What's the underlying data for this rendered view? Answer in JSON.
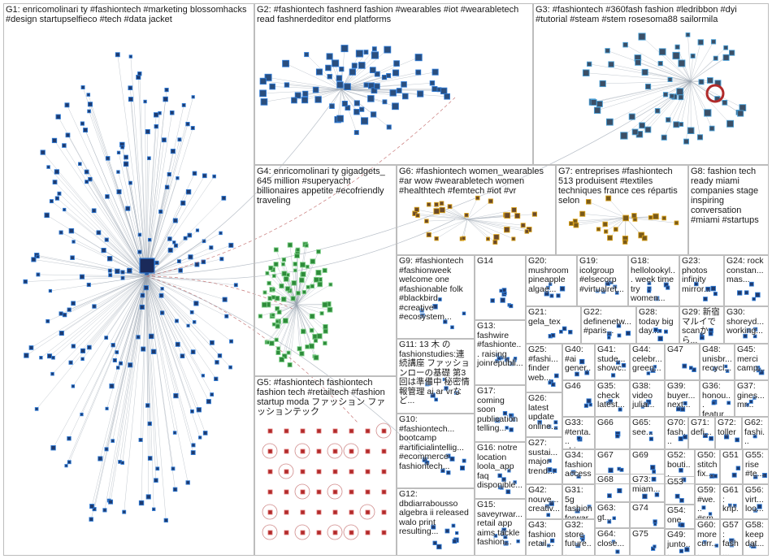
{
  "title": "",
  "colors": {
    "background": "#ffffff",
    "panel_border": "#bdbdbd",
    "edge": "#9aa4b0",
    "edge_highlight": "#b04040",
    "node_fill": "#1e3a6e",
    "node_stroke": "#2f7bd6",
    "node_green": "#2e8b3a",
    "node_red": "#b02a2a",
    "node_orange": "#d9a21a"
  },
  "groups": [
    {
      "id": "G1",
      "label": "G1: enricomolinari ty #fashiontech #marketing blossomhacks #design startupselfieco #tech #data jacket"
    },
    {
      "id": "G2",
      "label": "G2: #fashiontech fashnerd fashion #wearables #iot #wearabletech read fashnerdeditor end platforms"
    },
    {
      "id": "G3",
      "label": "G3: #fashiontech #360fash fashion #ledribbon #dyi #tutorial #steam #stem rosesoma88 sailormila"
    },
    {
      "id": "G4",
      "label": "G4: enricomolinari ty gigadgets_ 645 million #superyacht billionaires appetite #ecofriendly traveling"
    },
    {
      "id": "G5",
      "label": "G5: #fashiontech fashiontech fashion tech #retailtech #fashion startup moda ファッション ファッションテック"
    },
    {
      "id": "G6",
      "label": "G6: #fashiontech women_wearables #ar wow #wearabletech women #healthtech #femtech #iot #vr"
    },
    {
      "id": "G7",
      "label": "G7: entreprises #fashiontech 513 produisent #textiles techniques france ces répartis selon"
    },
    {
      "id": "G8",
      "label": "G8: fashion tech ready miami companies stage inspiring conversation #miami #startups"
    },
    {
      "id": "G9",
      "label": "G9: #fashiontech #fashionweek welcome one #fashionable folk #blackbird #creative #ecosystem..."
    },
    {
      "id": "G10",
      "label": "G10: #fashiontech... bootcamp #artificialintellig... #ecommerce fashiontech..."
    },
    {
      "id": "G11",
      "label": "G11: 13 木 の fashionstudies:連続講座 ファッションローの基礎 第3回は準備中 秘密情報管理 ai ar vrなど..."
    },
    {
      "id": "G12",
      "label": "G12: dbdiarrabousso algebra ii released walo print resulting..."
    },
    {
      "id": "G13",
      "label": "G13: fashwire #fashionte... raising joinrepubli..."
    },
    {
      "id": "G14",
      "label": "G14"
    },
    {
      "id": "G15",
      "label": "G15: saveyrwar... retail app aims tackle fashion..."
    },
    {
      "id": "G16",
      "label": "G16: notre location loola_app faq disponible..."
    },
    {
      "id": "G17",
      "label": "G17: coming soon publication telling..."
    },
    {
      "id": "G18",
      "label": "G18: hellolookyl... week time try women..."
    },
    {
      "id": "G19",
      "label": "G19: icolgroup #elsecorp #virtualret..."
    },
    {
      "id": "G20",
      "label": "G20: mushroom pineapple algae..."
    },
    {
      "id": "G21",
      "label": "G21: gela_tex"
    },
    {
      "id": "G22",
      "label": "G22: definenetw... #paris..."
    },
    {
      "id": "G23",
      "label": "G23: photos infinity mirror..."
    },
    {
      "id": "G24",
      "label": "G24: rock constan... mas..."
    },
    {
      "id": "G25",
      "label": "G25: #fashi... finder web..."
    },
    {
      "id": "G26",
      "label": "G26: latest update online..."
    },
    {
      "id": "G27",
      "label": "G27: sustai... major trend..."
    },
    {
      "id": "G28",
      "label": "G28: today big day..."
    },
    {
      "id": "G29",
      "label": "G29: 新宿 マルイで scanから..."
    },
    {
      "id": "G30",
      "label": "G30: shoreyd... working..."
    },
    {
      "id": "G31",
      "label": "G31: 5g fashion forwar..."
    },
    {
      "id": "G32",
      "label": "G32: store future..."
    },
    {
      "id": "G33",
      "label": "G33: #tenta... chic..."
    },
    {
      "id": "G34",
      "label": "G34: fashion access..."
    },
    {
      "id": "G35",
      "label": "G35: check latest..."
    },
    {
      "id": "G36",
      "label": "G36: honou... featur..."
    },
    {
      "id": "G37",
      "label": "G37: gines... mr..."
    },
    {
      "id": "G38",
      "label": "G38: video julia..."
    },
    {
      "id": "G39",
      "label": "G39: buyer... next..."
    },
    {
      "id": "G40",
      "label": "G40: #ai gener..."
    },
    {
      "id": "G41",
      "label": "G41: stude... showc..."
    },
    {
      "id": "G42",
      "label": "G42: nouve... creativ..."
    },
    {
      "id": "G43",
      "label": "G43: fashion retail..."
    },
    {
      "id": "G44",
      "label": "G44: celebr... green..."
    },
    {
      "id": "G45",
      "label": "G45: merci camp..."
    },
    {
      "id": "G46",
      "label": "G46"
    },
    {
      "id": "G47",
      "label": "G47"
    },
    {
      "id": "G48",
      "label": "G48: unisbr... recycl..."
    },
    {
      "id": "G49",
      "label": "G49: junto..."
    },
    {
      "id": "G50",
      "label": "G50: stitch fix..."
    },
    {
      "id": "G51",
      "label": "G51"
    },
    {
      "id": "G52",
      "label": "G52: bouti..."
    },
    {
      "id": "G53",
      "label": "G53"
    },
    {
      "id": "G54",
      "label": "G54: one"
    },
    {
      "id": "G55",
      "label": "G55: rise #te..."
    },
    {
      "id": "G56",
      "label": "G56: virt... loo..."
    },
    {
      "id": "G57",
      "label": "G57: fash..."
    },
    {
      "id": "G58",
      "label": "G58: keep dat..."
    },
    {
      "id": "G59",
      "label": "G59: #we... #sm..."
    },
    {
      "id": "G60",
      "label": "G60: more curr..."
    },
    {
      "id": "G61",
      "label": "G61: krip... vir..."
    },
    {
      "id": "G62",
      "label": "G62: fashi..."
    },
    {
      "id": "G63",
      "label": "G63: gt..."
    },
    {
      "id": "G64",
      "label": "G64: close..."
    },
    {
      "id": "G65",
      "label": "G65: see..."
    },
    {
      "id": "G66",
      "label": "G66"
    },
    {
      "id": "G67",
      "label": "G67"
    },
    {
      "id": "G68",
      "label": "G68"
    },
    {
      "id": "G69",
      "label": "G69"
    },
    {
      "id": "G70",
      "label": "G70: fash..."
    },
    {
      "id": "G71",
      "label": "G71: defi..."
    },
    {
      "id": "G72",
      "label": "G72: toller"
    },
    {
      "id": "G73",
      "label": "G73: miam..."
    },
    {
      "id": "G74",
      "label": "G74"
    },
    {
      "id": "G75",
      "label": "G75"
    }
  ]
}
